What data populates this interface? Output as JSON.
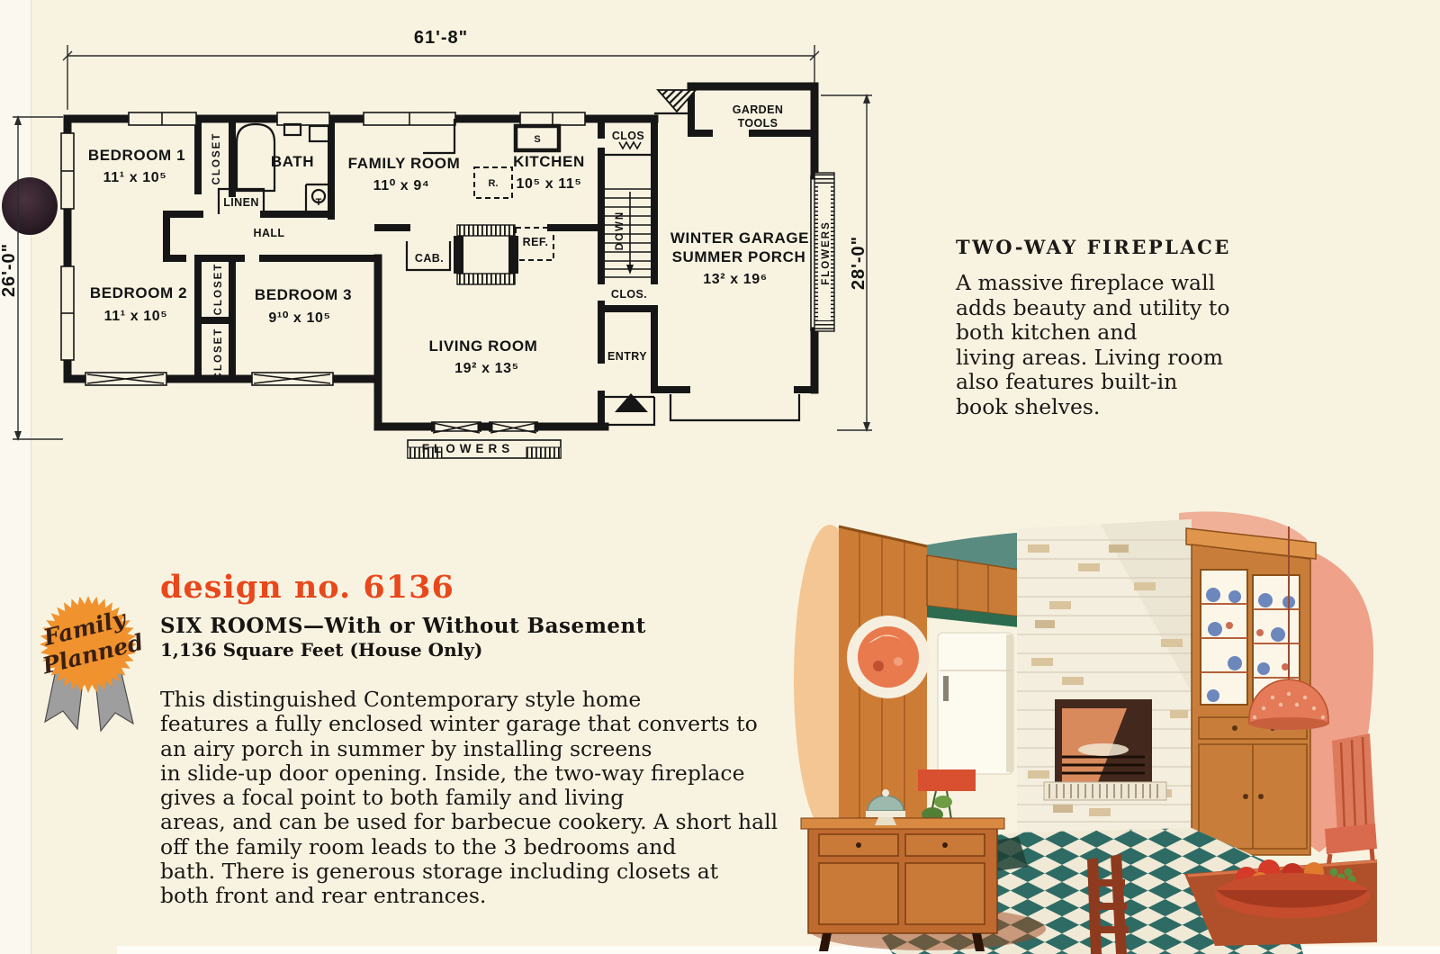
{
  "page": {
    "bg": "#f8f3e1"
  },
  "plan": {
    "dim_top": "61'-8\"",
    "dim_left": "26'-0\"",
    "dim_right": "28'-0\"",
    "bedroom1": {
      "name": "BEDROOM 1",
      "size": "11¹ x 10⁵"
    },
    "bedroom2": {
      "name": "BEDROOM 2",
      "size": "11¹ x 10⁵"
    },
    "bedroom3": {
      "name": "BEDROOM 3",
      "size": "9¹⁰ x 10⁵"
    },
    "family_room": {
      "name": "FAMILY ROOM",
      "size": "11⁰ x 9⁴"
    },
    "kitchen": {
      "name": "KITCHEN",
      "size": "10⁵ x 11⁵"
    },
    "living_room": {
      "name": "LIVING ROOM",
      "size": "19² x 13⁵"
    },
    "garage": {
      "line1": "WINTER GARAGE",
      "line2": "SUMMER PORCH",
      "size": "13² x 19⁶"
    },
    "garden_tools": {
      "line1": "GARDEN",
      "line2": "TOOLS"
    },
    "labels": {
      "bath": "BATH",
      "closet": "CLOSET",
      "linen": "LINEN",
      "hall": "HALL",
      "clos": "CLOS",
      "clos_dot": "CLOS.",
      "down": "DOWN",
      "entry": "ENTRY",
      "flowers": "FLOWERS",
      "cab": "CAB.",
      "ref": "REF.",
      "sink": "S",
      "range": "R.",
      "toilet": "T"
    }
  },
  "note": {
    "heading": "TWO-WAY FIREPLACE",
    "body": "A massive fireplace wall\nadds beauty and utility to\nboth kitchen and\nliving areas. Living room\nalso features built-in\nbook shelves."
  },
  "design": {
    "badge_line1": "Family",
    "badge_line2": "Planned",
    "title": "design no. 6136",
    "subtitle": "SIX ROOMS—With or Without Basement",
    "area": "1,136 Square Feet (House Only)",
    "body": "This distinguished Contemporary style home\nfeatures a fully enclosed winter garage that converts to\nan airy porch in summer by installing screens\nin slide-up door opening. Inside, the two-way fireplace\ngives a focal point to both family and living\nareas, and can be used for barbecue cookery. A short hall\noff the family room leads to the 3 bedrooms and\nbath. There is generous storage including closets at\nboth front and rear entrances."
  },
  "colors": {
    "paper": "#f8f3e1",
    "ink": "#141414",
    "accent_orange": "#e8481b",
    "badge_orange": "#f0922d",
    "ribbon_gray": "#9e9e9e",
    "illus_teal_wall": "#5a8b80",
    "illus_floor_teal": "#2e6b64",
    "illus_wood": "#c87e3a",
    "illus_brick": "#f4eede",
    "illus_salmon": "#efa289",
    "illus_coral": "#e47a58"
  }
}
